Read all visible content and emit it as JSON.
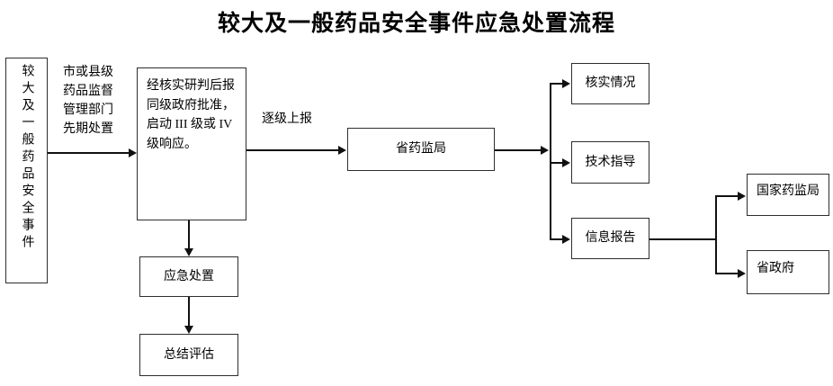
{
  "title": "较大及一般药品安全事件应急处置流程",
  "nodes": {
    "source": {
      "label": "较大及一般药品安全事件"
    },
    "assess": {
      "label": "经核实研判后报同级政府批准，启动 III 级或 IV 级响应。"
    },
    "provincial_mpa": {
      "label": "省药监局"
    },
    "verify": {
      "label": "核实情况"
    },
    "tech_guidance": {
      "label": "技术指导"
    },
    "info_report": {
      "label": "信息报告"
    },
    "national_mpa": {
      "label": "国家药监局"
    },
    "provincial_gov": {
      "label": "省政府"
    },
    "emergency_disposal": {
      "label": "应急处置"
    },
    "summary_eval": {
      "label": "总结评估"
    }
  },
  "edges": {
    "initial_handling": "市或县级\n药品监督\n管理部门\n先期处置",
    "report_up": "逐级上报"
  }
}
